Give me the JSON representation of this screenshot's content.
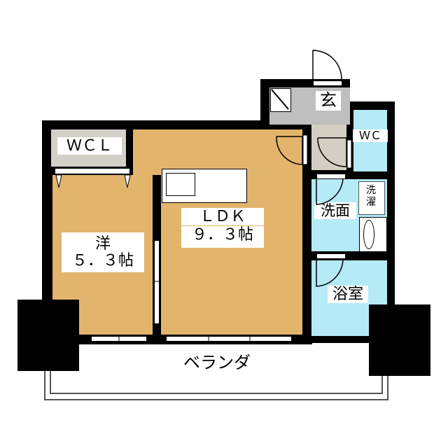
{
  "rooms": {
    "wcl": {
      "label": "ＷＣＬ"
    },
    "western": {
      "name": "洋",
      "size": "５．３帖"
    },
    "ldk": {
      "name": "ＬＤＫ",
      "size": "９．３帖"
    },
    "entrance": {
      "label": "玄"
    },
    "wc": {
      "label": "ＷＣ"
    },
    "washroom": {
      "label": "洗面"
    },
    "laundry": {
      "label": "洗濯"
    },
    "bath": {
      "label": "浴室"
    },
    "balcony": {
      "label": "ベランダ"
    }
  },
  "colors": {
    "room": "#e2b46c",
    "wet": "#b5eaf7",
    "entrance": "#bfbfbf",
    "wall": "#000000"
  }
}
